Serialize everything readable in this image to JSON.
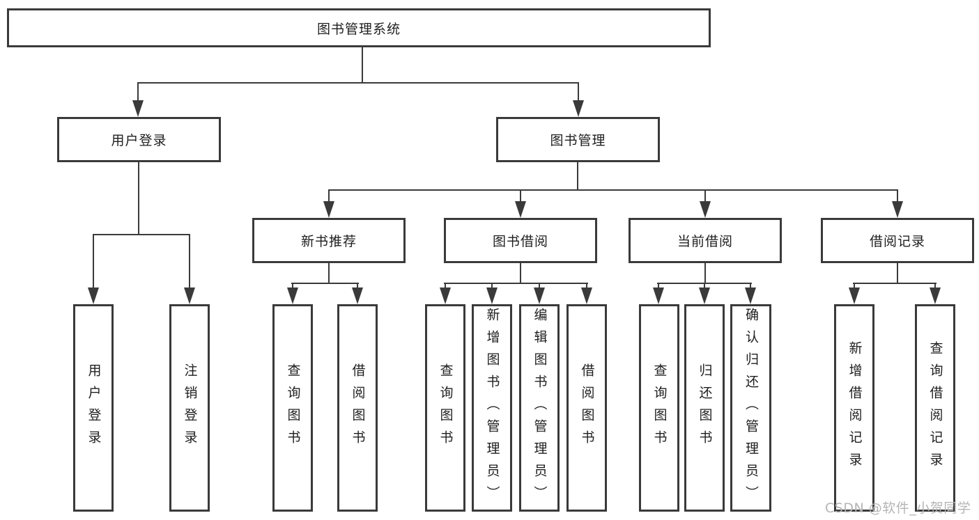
{
  "diagram": {
    "type": "tree",
    "title": "图书管理系统",
    "branches": [
      {
        "label": "用户登录",
        "children": [
          {
            "label": "用户登录"
          },
          {
            "label": "注销登录"
          }
        ]
      },
      {
        "label": "图书管理",
        "children": [
          {
            "label": "新书推荐",
            "children": [
              {
                "label": "查询图书"
              },
              {
                "label": "借阅图书"
              }
            ]
          },
          {
            "label": "图书借阅",
            "children": [
              {
                "label": "查询图书"
              },
              {
                "label": "新增图书（管理员）"
              },
              {
                "label": "编辑图书（管理员）"
              },
              {
                "label": "借阅图书"
              }
            ]
          },
          {
            "label": "当前借阅",
            "children": [
              {
                "label": "查询图书"
              },
              {
                "label": "归还图书"
              },
              {
                "label": "确认归还（管理员）"
              }
            ]
          },
          {
            "label": "借阅记录",
            "children": [
              {
                "label": "新增借阅记录"
              },
              {
                "label": "查询借阅记录"
              }
            ]
          }
        ]
      }
    ]
  },
  "watermark": {
    "text": "CSDN @软件_小贺同学",
    "color": "#b5b5b5"
  },
  "colors": {
    "background": "#ffffff",
    "box_border": "#3a3a3a",
    "connector_line": "#3a3a3a",
    "text": "#1e1e1e"
  }
}
